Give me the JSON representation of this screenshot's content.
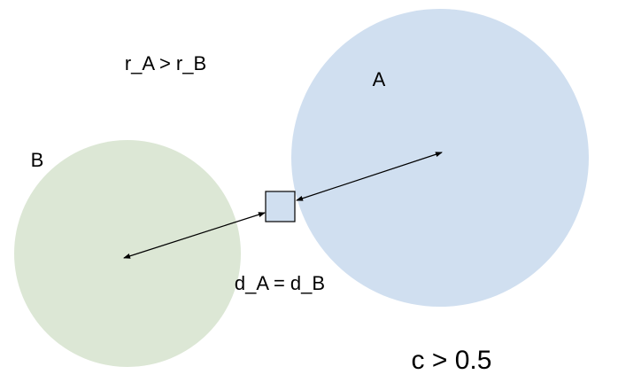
{
  "labels": {
    "radius_relation": "r_A > r_B",
    "circle_a": "A",
    "circle_b": "B",
    "distance_relation": "d_A = d_B",
    "c_condition": "c > 0.5"
  },
  "colors": {
    "circle_a_fill": "#d0dff0",
    "circle_b_fill": "#dce7d5",
    "point_fill": "#d0dff0",
    "stroke": "#000000"
  }
}
